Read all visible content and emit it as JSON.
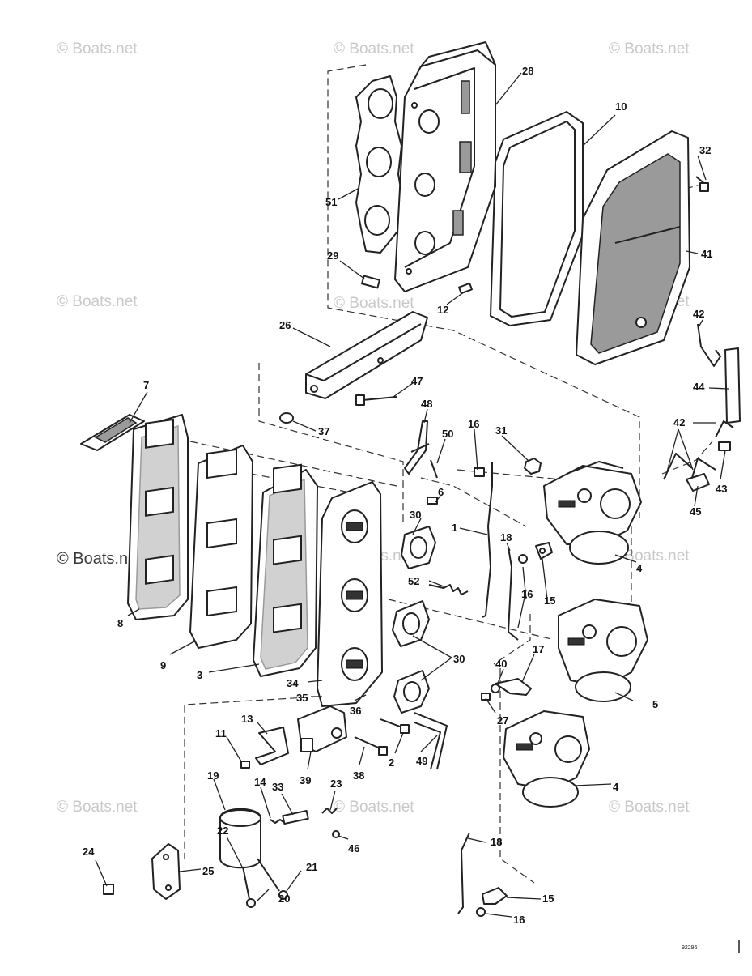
{
  "watermark": {
    "text": "© Boats.net",
    "color": "#c9c9c9",
    "strong_color": "#3a3a3a"
  },
  "drawing_ref": "92296",
  "labels": {
    "p1": "1",
    "p2": "2",
    "p3": "3",
    "p4a": "4",
    "p4b": "4",
    "p5": "5",
    "p6": "6",
    "p7": "7",
    "p8": "8",
    "p9": "9",
    "p10": "10",
    "p11": "11",
    "p12": "12",
    "p13": "13",
    "p14": "14",
    "p15a": "15",
    "p15b": "15",
    "p16a": "16",
    "p16b": "16",
    "p16c": "16",
    "p17": "17",
    "p18a": "18",
    "p18b": "18",
    "p19": "19",
    "p20": "20",
    "p21": "21",
    "p22": "22",
    "p23": "23",
    "p24": "24",
    "p25": "25",
    "p26": "26",
    "p27": "27",
    "p28": "28",
    "p29": "29",
    "p30a": "30",
    "p30b": "30",
    "p31": "31",
    "p32": "32",
    "p33": "33",
    "p34": "34",
    "p35": "35",
    "p36": "36",
    "p37": "37",
    "p38": "38",
    "p39": "39",
    "p40": "40",
    "p41": "41",
    "p42a": "42",
    "p42b": "42",
    "p43": "43",
    "p44": "44",
    "p45": "45",
    "p46": "46",
    "p47": "47",
    "p48": "48",
    "p49": "49",
    "p50": "50",
    "p51": "51",
    "p52": "52"
  }
}
